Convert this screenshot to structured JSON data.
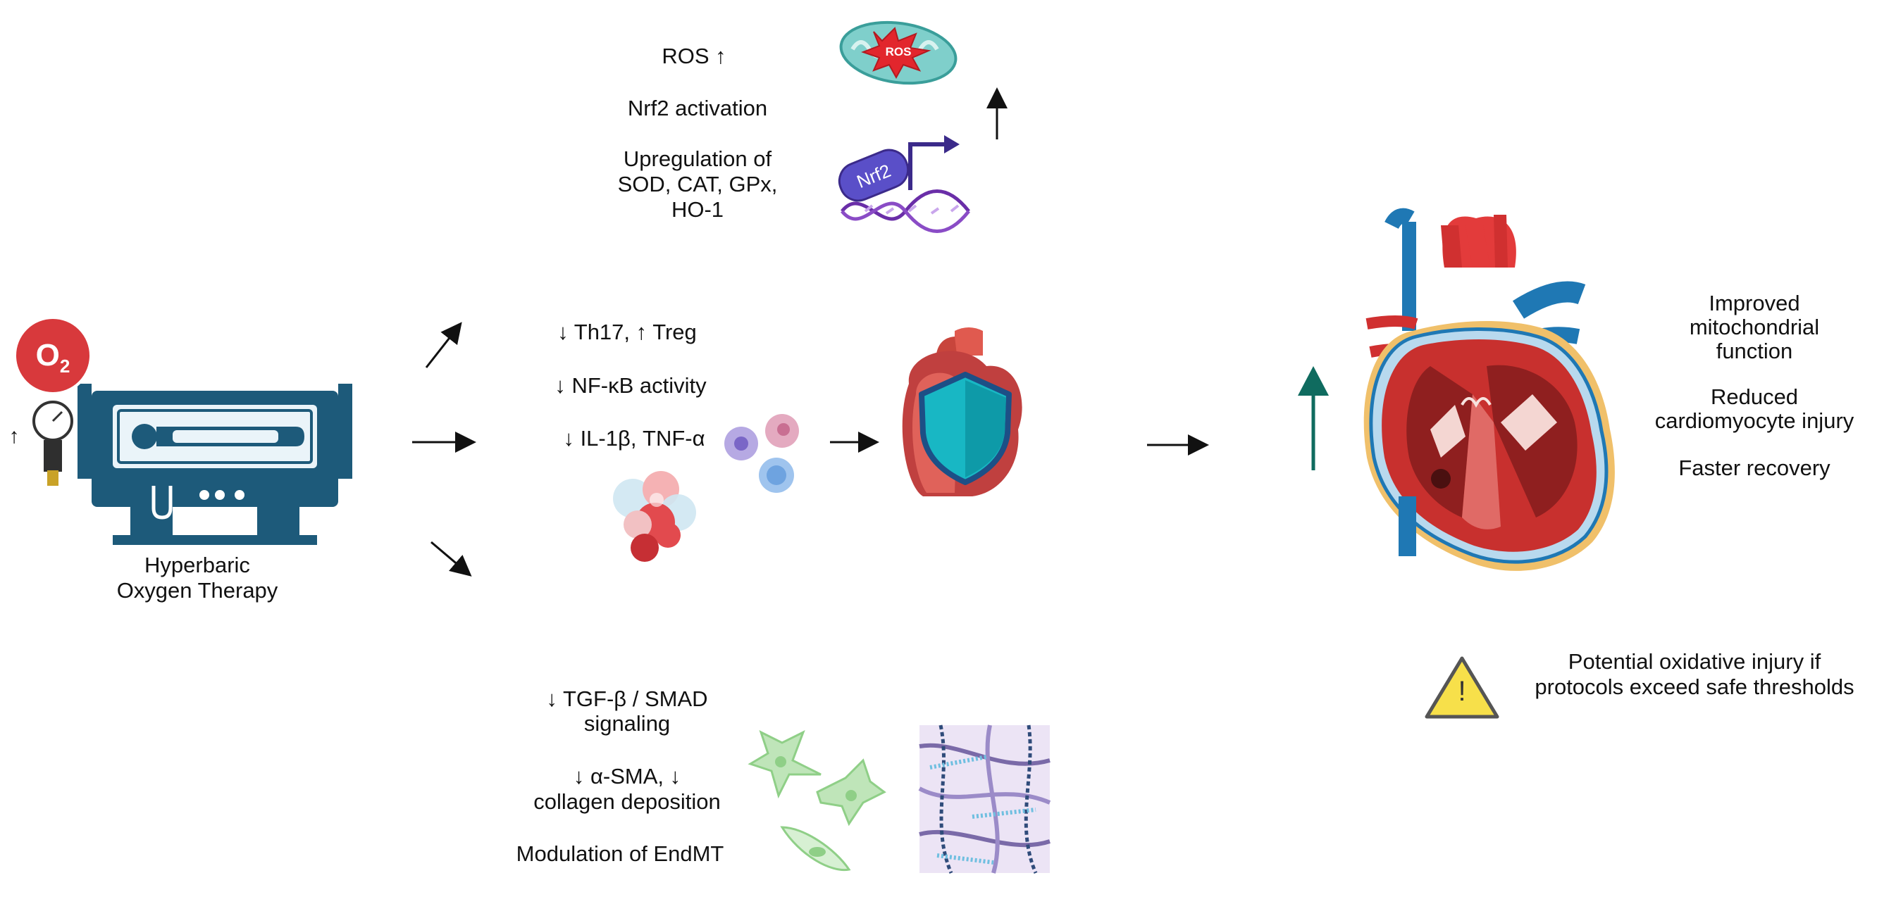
{
  "therapy": {
    "o2_label": "O",
    "o2_subscript": "2",
    "title_line1": "Hyperbaric",
    "title_line2": "Oxygen Therapy",
    "pressure_arrow": "↑"
  },
  "oxidative": {
    "ros": "ROS ↑",
    "nrf2_activation": "Nrf2 activation",
    "upregulation_line1": "Upregulation of",
    "upregulation_line2": "SOD, CAT, GPx,",
    "upregulation_line3": "HO-1",
    "mito_badge": "ROS",
    "nrf2_badge": "Nrf2"
  },
  "immune": {
    "th17_treg": "↓ Th17, ↑ Treg",
    "nfkb": "↓ NF-κB activity",
    "cytokines": "↓ IL-1β, TNF-α"
  },
  "fibrosis": {
    "tgfb_line1": "↓ TGF-β / SMAD",
    "tgfb_line2": "signaling",
    "asma_line1": "↓ α-SMA, ↓",
    "asma_line2": "collagen deposition",
    "endmt": "Modulation of EndMT"
  },
  "outcomes": {
    "item1_line1": "Improved",
    "item1_line2": "mitochondrial",
    "item1_line3": "function",
    "item2_line1": "Reduced",
    "item2_line2": "cardiomyocyte injury",
    "item3": "Faster recovery"
  },
  "warning": {
    "line1": "Potential oxidative injury if",
    "line2": "protocols exceed safe thresholds",
    "icon_glyph": "!"
  },
  "colors": {
    "chamber_blue": "#1d5a7a",
    "o2_red": "#d8393c",
    "heart_red": "#c53a3a",
    "vessel_blue": "#1f78b4",
    "shield_teal": "#18b7c4",
    "up_arrow_green": "#0f6b5f",
    "warning_yellow": "#f7e04a",
    "nrf2_purple": "#5a4fc8"
  }
}
